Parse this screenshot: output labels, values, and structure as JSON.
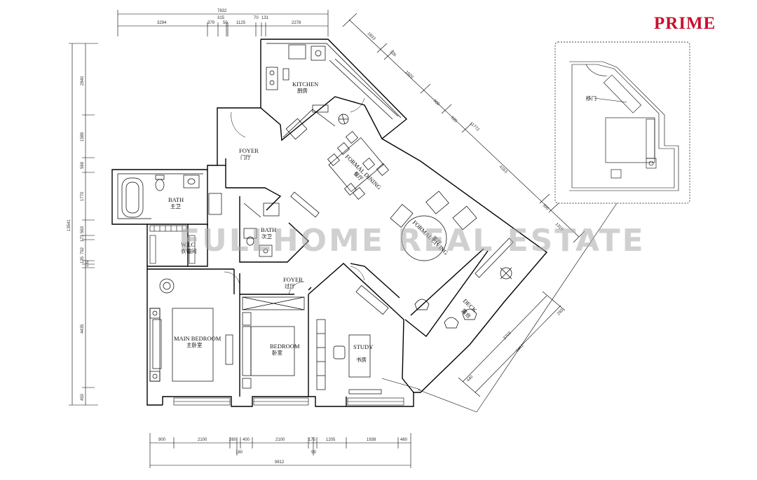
{
  "brand": {
    "logo_text": "PRIME",
    "logo_color": "#c8102e"
  },
  "watermark": "FULLHOME REAL ESTATE",
  "rooms": {
    "kitchen": {
      "en": "KITCHEN",
      "zh": "厨房"
    },
    "foyer_top": {
      "en": "FOYER",
      "zh": "门厅"
    },
    "dining": {
      "en": "FORMAL DINING",
      "zh": "餐厅"
    },
    "bath_main": {
      "en": "BATH",
      "zh": "主卫"
    },
    "bath_second": {
      "en": "BATH",
      "zh": "次卫"
    },
    "wic": {
      "en": "W.I.C",
      "zh": "衣帽间"
    },
    "living": {
      "en": "FORMAL LIVING",
      "zh": "客厅"
    },
    "foyer_hall": {
      "en": "FOYER",
      "zh": "过厅"
    },
    "main_bedroom": {
      "en": "MAIN BEDROOM",
      "zh": "主卧室"
    },
    "bedroom": {
      "en": "BEDROOM",
      "zh": "卧室"
    },
    "study": {
      "en": "STUDY",
      "zh": "书房"
    },
    "deck": {
      "en": "DECK",
      "zh": "露台"
    }
  },
  "inset": {
    "label": "移门"
  },
  "dims": {
    "top_total": "7832",
    "top_row": [
      "3294",
      "379",
      "315",
      "50",
      "1125",
      "70",
      "131",
      "2278"
    ],
    "left_total": "13541",
    "left_row": [
      "2840",
      "1589",
      "569",
      "1770",
      "563",
      "173",
      "792",
      "135",
      "132",
      "4435",
      "450"
    ],
    "bottom_row": [
      "900",
      "2100",
      "260",
      "400",
      "2100",
      "175",
      "1205",
      "1938",
      "460"
    ],
    "bottom_sub": [
      "180",
      "99"
    ],
    "bottom_total": "9812",
    "diag_top": [
      "1833",
      "326",
      "1920",
      "900",
      "920",
      "11772"
    ],
    "diag_right": [
      "4163",
      "300",
      "1310"
    ],
    "diag_bottom": [
      "440",
      "4441",
      "3703",
      "293"
    ]
  }
}
